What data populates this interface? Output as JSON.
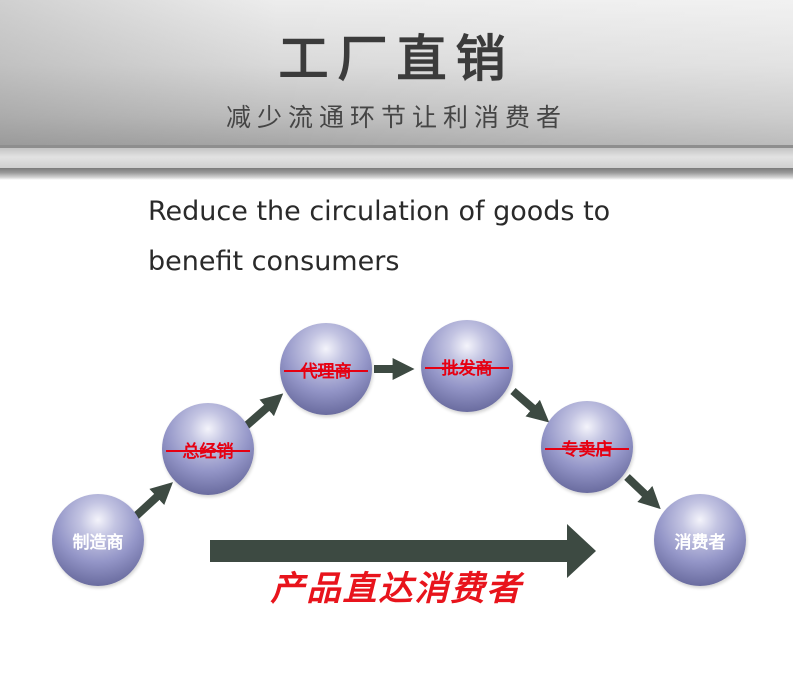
{
  "header": {
    "title": "工厂直销",
    "subtitle": "减少流通环节让利消费者"
  },
  "tagline": {
    "line1": "Reduce the circulation of goods to",
    "line2": "benefit consumers"
  },
  "nodes": [
    {
      "label": "制造商",
      "crossed_out": false
    },
    {
      "label": "总经销",
      "crossed_out": true
    },
    {
      "label": "代理商",
      "crossed_out": true
    },
    {
      "label": "批发商",
      "crossed_out": true
    },
    {
      "label": "专卖店",
      "crossed_out": true
    },
    {
      "label": "消费者",
      "crossed_out": false
    }
  ],
  "direct": {
    "caption": "产品直达消费者"
  },
  "colors": {
    "arrow": "#3d4a42",
    "accent_red": "#e60012",
    "sphere": "#9496c8",
    "header_gray": "#bdbdbd"
  }
}
